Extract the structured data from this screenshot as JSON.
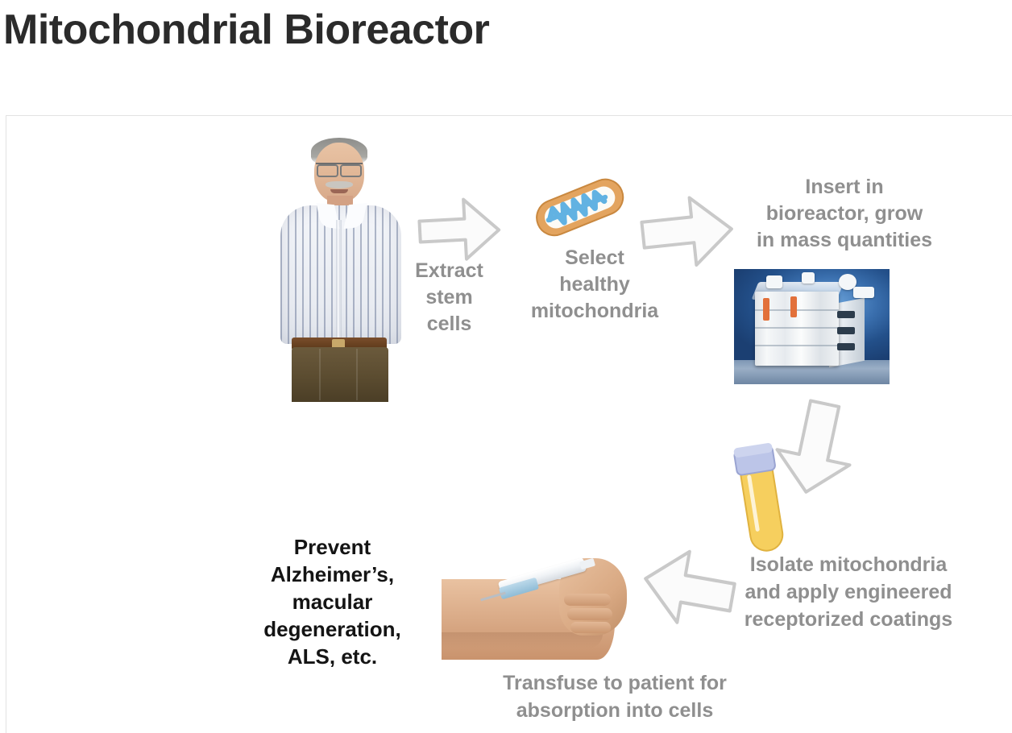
{
  "page": {
    "title": "Mitochondrial Bioreactor"
  },
  "colors": {
    "title_text": "#2b2b2b",
    "label_gray": "#8f8f8f",
    "label_dark": "#141414",
    "card_border": "#e2e2e2",
    "arrow_fill": "#fbfbfb",
    "arrow_stroke": "#c9c9c9",
    "mitochondrion_outer": "#e5a35a",
    "mitochondrion_cristae": "#5fb0e0",
    "testtube_liquid": "#f5cf62",
    "testtube_cap": "#b9c2e6",
    "bioreactor_background": "#2a5a97",
    "syringe_liquid": "#9cc4dc"
  },
  "diagram": {
    "name": "mitochondrial-bioreactor-process-flow",
    "steps": [
      {
        "id": "extract-stem-cells",
        "label": "Extract\nstem\ncells",
        "tone": "gray",
        "graphic": "photo-of-patient-standing"
      },
      {
        "id": "select-healthy-mitochondria",
        "label": "Select\nhealthy\nmitochondria",
        "tone": "gray",
        "graphic": "mitochondrion-illustration"
      },
      {
        "id": "insert-in-bioreactor",
        "label": "Insert in\nbioreactor, grow\nin mass quantities",
        "tone": "gray",
        "graphic": "bioreactor-photo"
      },
      {
        "id": "isolate-mitochondria",
        "label": "Isolate mitochondria\nand apply engineered\nreceptorized coatings",
        "tone": "gray",
        "graphic": "test-tube-illustration"
      },
      {
        "id": "transfuse-to-patient",
        "label": "Transfuse to patient for\nabsorption into cells",
        "tone": "gray",
        "graphic": "syringe-injection-into-arm-photo"
      },
      {
        "id": "prevent-disease",
        "label": "Prevent\nAlzheimer’s,\nmacular\ndegeneration,\nALS, etc.",
        "tone": "dark",
        "graphic": "none"
      }
    ],
    "arrows": [
      {
        "id": "arrow-extract-to-select",
        "direction": "right"
      },
      {
        "id": "arrow-select-to-bioreactor",
        "direction": "right"
      },
      {
        "id": "arrow-bioreactor-to-testtube",
        "direction": "down"
      },
      {
        "id": "arrow-testtube-to-injection",
        "direction": "down-left"
      }
    ]
  }
}
